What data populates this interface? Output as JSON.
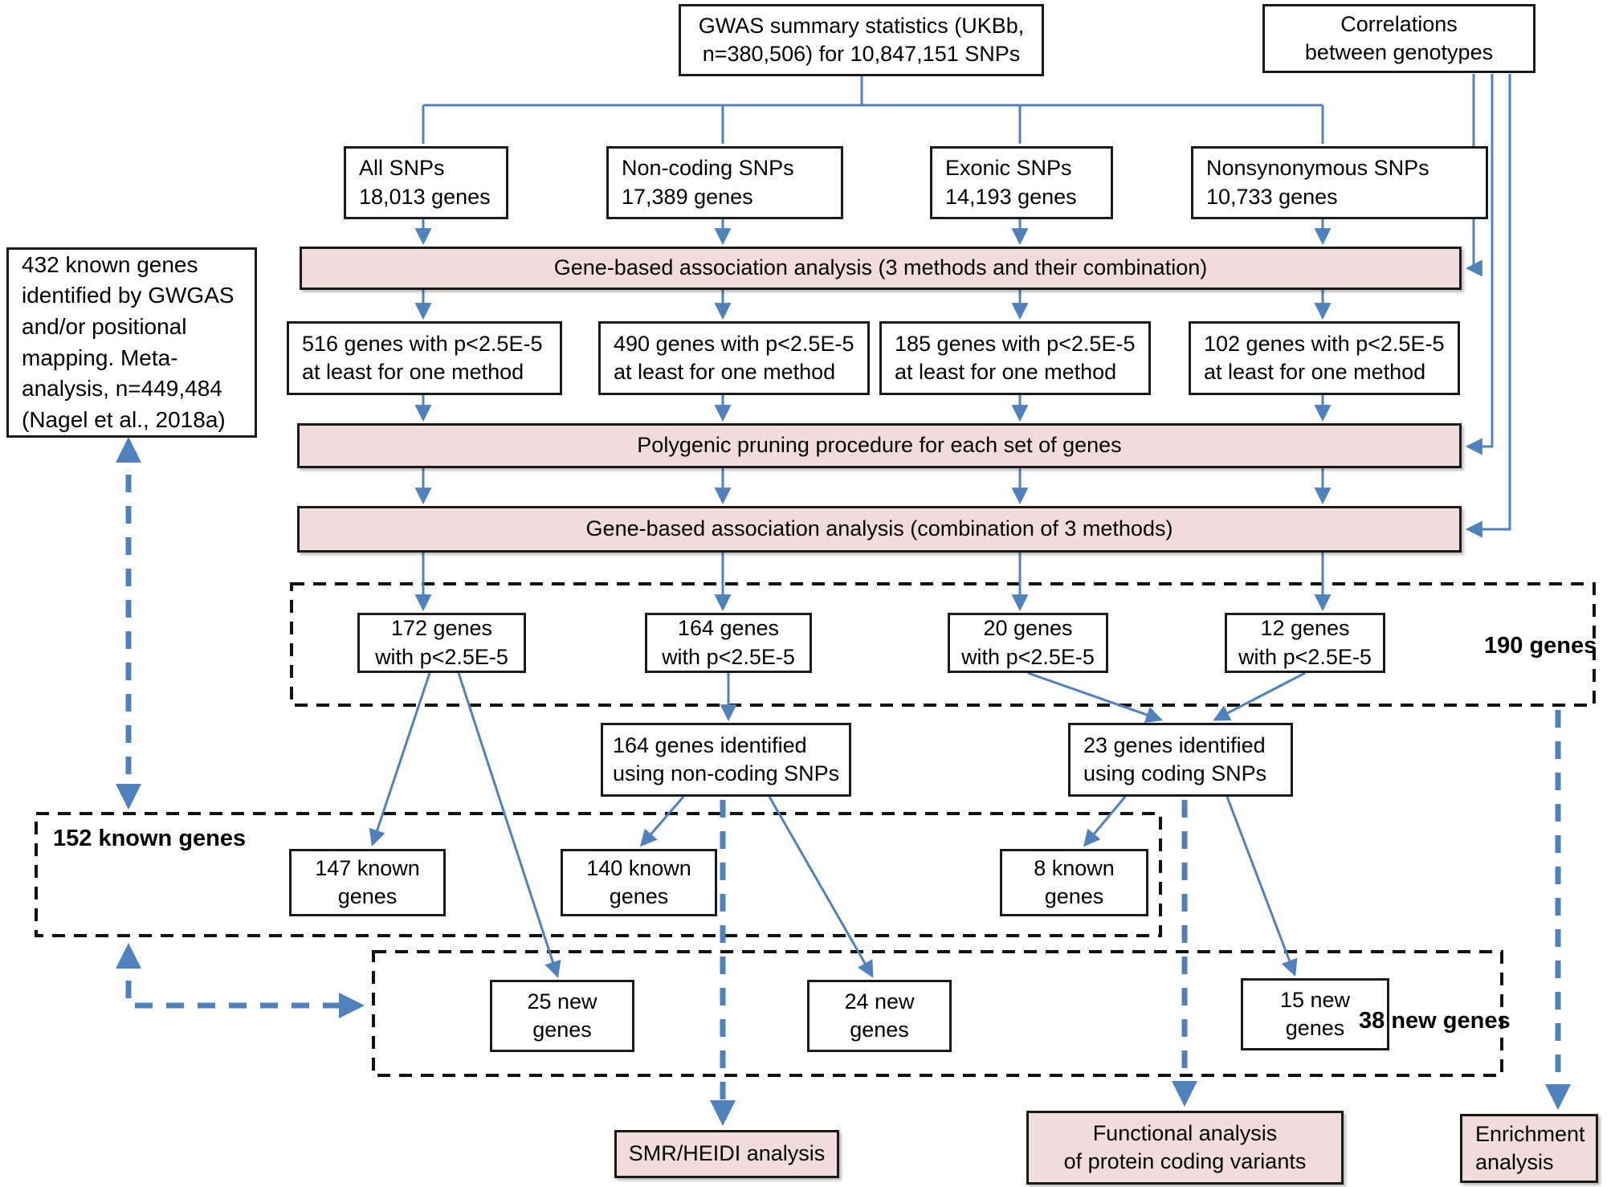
{
  "colors": {
    "arrow_blue": "#4f81bd",
    "box_pink": "#f2dcdb",
    "border_black": "#1a1a1a"
  },
  "nodes": {
    "gwas_summary": "GWAS summary statistics (UKBb,\nn=380,506)  for 10,847,151  SNPs",
    "correlations": "Correlations\nbetween genotypes",
    "all_snps": "All SNPs\n18,013 genes",
    "noncoding_snps": "Non-coding SNPs\n17,389 genes",
    "exonic_snps": "Exonic SNPs\n14,193 genes",
    "nonsyn_snps": "Nonsynonymous SNPs\n10,733 genes",
    "assoc_bar_1": "Gene-based association analysis (3 methods and their combination)",
    "genes_516": "516 genes with p<2.5E-5\nat least for one method",
    "genes_490": "490 genes with p<2.5E-5\nat least for one method",
    "genes_185": "185 genes with p<2.5E-5\nat least for one method",
    "genes_102": "102 genes with p<2.5E-5\nat least for one method",
    "pruning_bar": "Polygenic pruning procedure for each set of genes",
    "assoc_bar_2": "Gene-based association analysis  (combination of 3 methods)",
    "genes_172": "172 genes\nwith p<2.5E-5",
    "genes_164": "164 genes\nwith p<2.5E-5",
    "genes_20": "20 genes\nwith p<2.5E-5",
    "genes_12": "12 genes\nwith p<2.5E-5",
    "label_190": "190 genes",
    "identified_noncoding": "164 genes identified\nusing  non-coding SNPs",
    "identified_coding": "23 genes identified\nusing coding SNPs",
    "known_432": "432 known genes\nidentified by GWGAS\nand/or positional\nmapping.  Meta-\nanalysis, n=449,484\n(Nagel et al., 2018a)",
    "label_152": "152 known genes",
    "known_147": "147 known\ngenes",
    "known_140": "140 known\ngenes",
    "known_8": "8 known\ngenes",
    "new_25": "25 new\ngenes",
    "new_24": "24 new\ngenes",
    "new_15": "15 new\ngenes",
    "label_38": "38 new genes",
    "smr_analysis": "SMR/HEIDI analysis",
    "functional_analysis": "Functional analysis\nof protein coding variants",
    "enrichment_analysis": "Enrichment\nanalysis"
  }
}
